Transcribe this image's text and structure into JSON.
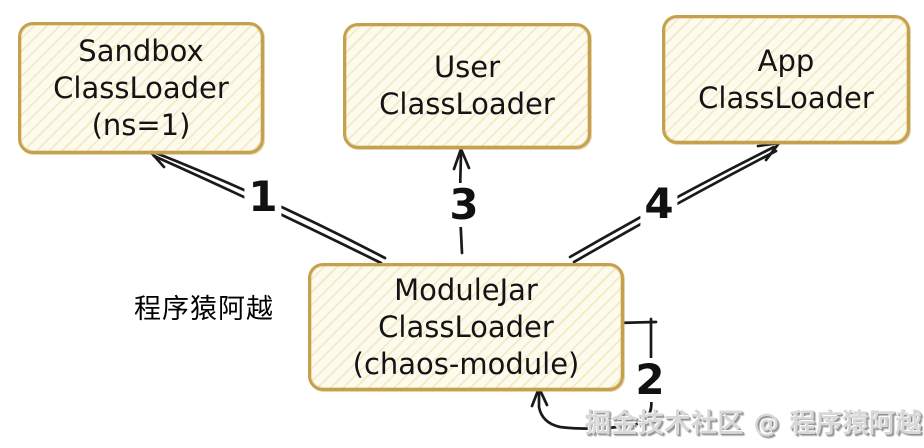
{
  "nodes": {
    "sandbox": {
      "lines": [
        "Sandbox",
        "ClassLoader",
        "(ns=1)"
      ]
    },
    "user": {
      "lines": [
        "User",
        "ClassLoader"
      ]
    },
    "app": {
      "lines": [
        "App",
        "ClassLoader"
      ]
    },
    "modulejar": {
      "lines": [
        "ModuleJar",
        "ClassLoader",
        "(chaos-module)"
      ]
    }
  },
  "edges": {
    "to_sandbox": {
      "label": "1",
      "from": "ModuleJar ClassLoader",
      "to": "Sandbox ClassLoader"
    },
    "self_loop": {
      "label": "2",
      "from": "ModuleJar ClassLoader",
      "to": "ModuleJar ClassLoader"
    },
    "to_user": {
      "label": "3",
      "from": "ModuleJar ClassLoader",
      "to": "User ClassLoader"
    },
    "to_app": {
      "label": "4",
      "from": "ModuleJar ClassLoader",
      "to": "App ClassLoader"
    }
  },
  "annotations": {
    "author": "程序猿阿越",
    "watermark": "掘金技术社区 @ 程序猿阿越"
  },
  "colors": {
    "box_border": "#c5a14c",
    "box_fill": "#fdfaee",
    "hatch": "#ebcf84",
    "line_stroke": "#1a1a1a",
    "watermark_gray": "#d8d8d8",
    "background": "#ffffff"
  }
}
